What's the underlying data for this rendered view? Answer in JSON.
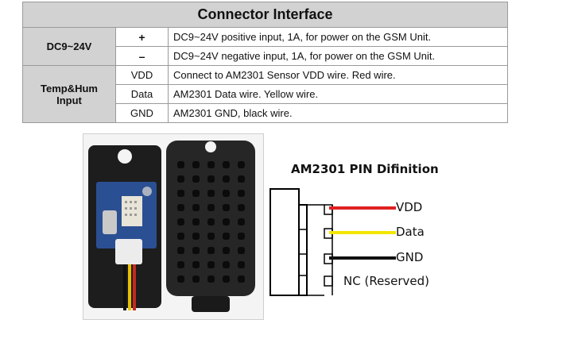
{
  "table": {
    "title": "Connector Interface",
    "groups": [
      {
        "name": "DC9~24V",
        "rows": [
          {
            "pin": "+",
            "desc": "DC9~24V positive input, 1A, for power on the GSM Unit."
          },
          {
            "pin": "–",
            "desc": "DC9~24V negative input, 1A, for power on the GSM Unit."
          }
        ]
      },
      {
        "name": "Temp&Hum Input",
        "rows": [
          {
            "pin": "VDD",
            "desc": "Connect to AM2301 Sensor VDD wire. Red wire."
          },
          {
            "pin": "Data",
            "desc": "AM2301 Data wire. Yellow wire."
          },
          {
            "pin": "GND",
            "desc": "AM2301 GND, black wire."
          }
        ]
      }
    ]
  },
  "diagram": {
    "title": "AM2301 PIN Difinition",
    "pins": [
      {
        "label": "VDD",
        "wire_color": "#e02020"
      },
      {
        "label": "Data",
        "wire_color": "#f2e600"
      },
      {
        "label": "GND",
        "wire_color": "#111111"
      },
      {
        "label": "NC (Reserved)",
        "wire_color": ""
      }
    ]
  }
}
